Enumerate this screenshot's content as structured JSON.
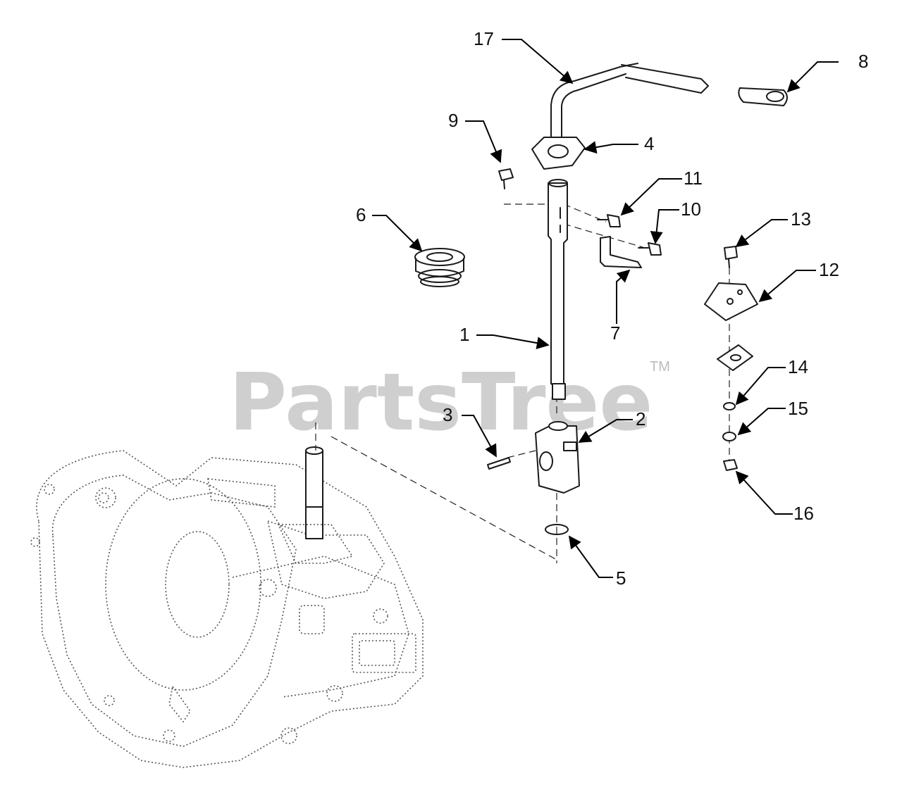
{
  "watermark": {
    "text": "PartsTree",
    "trademark": "TM"
  },
  "callouts": {
    "c1": "1",
    "c2": "2",
    "c3": "3",
    "c4": "4",
    "c5": "5",
    "c6": "6",
    "c7": "7",
    "c8": "8",
    "c9": "9",
    "c10": "10",
    "c11": "11",
    "c12": "12",
    "c13": "13",
    "c14": "14",
    "c15": "15",
    "c16": "16",
    "c17": "17"
  },
  "colors": {
    "watermark": "#cfcfcf",
    "line": "#1a1a1a",
    "background": "#ffffff"
  }
}
